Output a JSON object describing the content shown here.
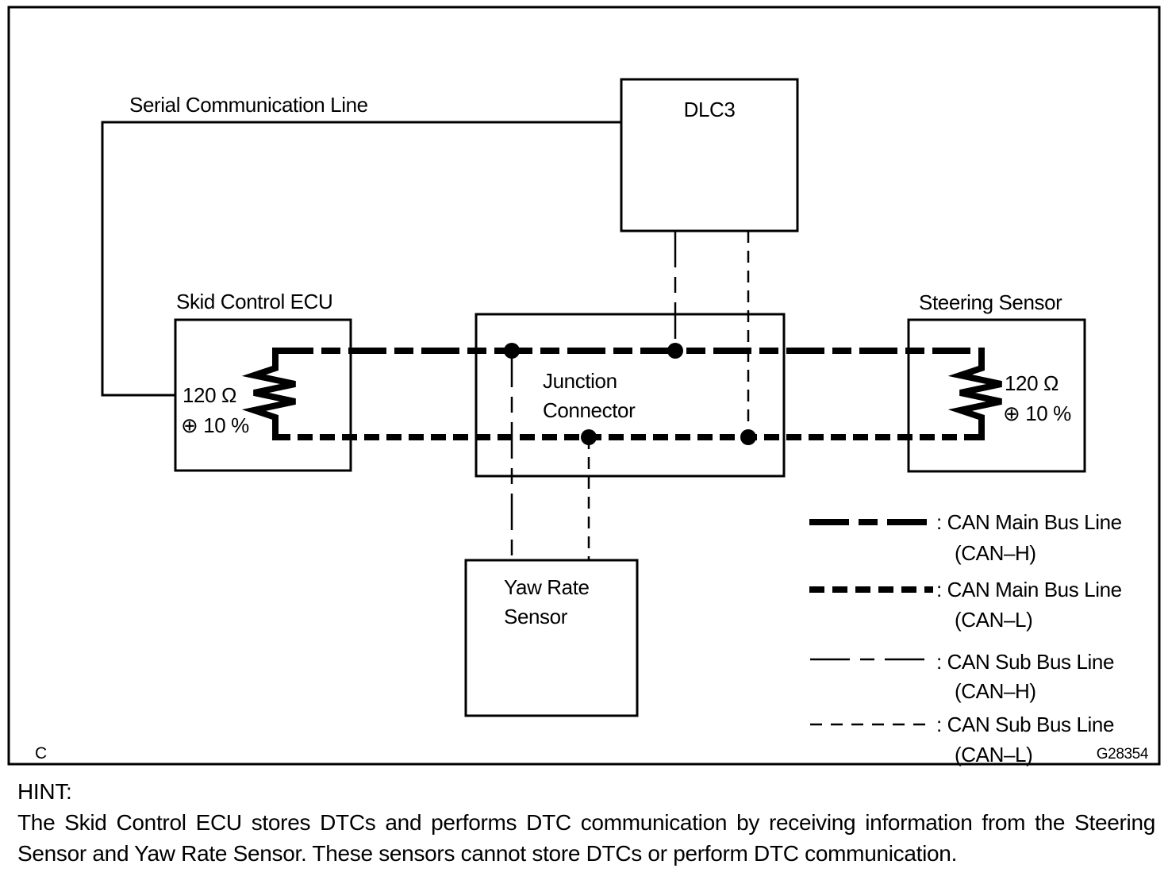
{
  "diagram": {
    "serial_line_label": "Serial Communication Line",
    "boxes": {
      "dlc3": "DLC3",
      "skid_control_ecu": "Skid Control ECU",
      "junction_connector": [
        "Junction",
        "Connector"
      ],
      "steering_sensor": "Steering Sensor",
      "yaw_rate_sensor": [
        "Yaw Rate",
        "Sensor"
      ]
    },
    "resistors": {
      "left": {
        "value": "120 Ω",
        "tolerance": "⊕ 10 %"
      },
      "right": {
        "value": "120 Ω",
        "tolerance": "⊕ 10 %"
      }
    },
    "corner_mark": "C",
    "figure_id": "G28354",
    "colors": {
      "line": "#000000",
      "background": "#ffffff"
    }
  },
  "legend": {
    "items": [
      {
        "style": "main-h",
        "label": ": CAN Main Bus Line",
        "sublabel": "(CAN–H)"
      },
      {
        "style": "main-l",
        "label": ": CAN Main Bus Line",
        "sublabel": "(CAN–L)"
      },
      {
        "style": "sub-h",
        "label": ": CAN Sub Bus Line",
        "sublabel": "(CAN–H)"
      },
      {
        "style": "sub-l",
        "label": ": CAN Sub Bus Line",
        "sublabel": "(CAN–L)"
      }
    ]
  },
  "hint": {
    "title": "HINT:",
    "body": "The Skid Control ECU stores DTCs and performs DTC communication by receiving information from the Steering Sensor and Yaw Rate Sensor. These sensors cannot store DTCs or perform DTC communication."
  }
}
